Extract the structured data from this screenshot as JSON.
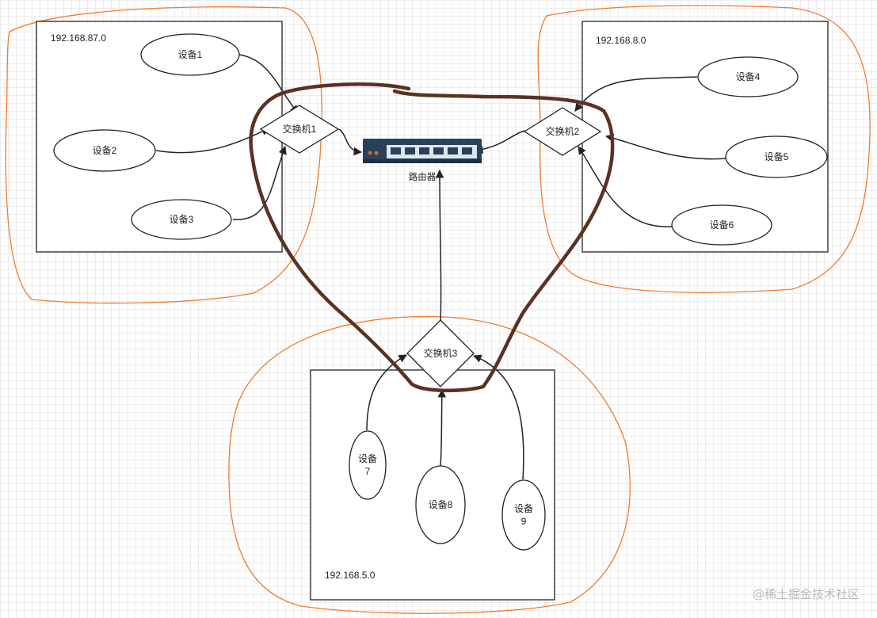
{
  "subnets": [
    {
      "id": "top-left",
      "label": "192.168.87.0"
    },
    {
      "id": "top-right",
      "label": "192.168.8.0"
    },
    {
      "id": "bottom",
      "label": "192.168.5.0"
    }
  ],
  "switches": [
    "交换机1",
    "交换机2",
    "交换机3"
  ],
  "router_label": "路由器",
  "devices": [
    {
      "id": "d1",
      "lines": [
        "设备1"
      ]
    },
    {
      "id": "d2",
      "lines": [
        "设备2"
      ]
    },
    {
      "id": "d3",
      "lines": [
        "设备3"
      ]
    },
    {
      "id": "d4",
      "lines": [
        "设备4"
      ]
    },
    {
      "id": "d5",
      "lines": [
        "设备5"
      ]
    },
    {
      "id": "d6",
      "lines": [
        "设备6"
      ]
    },
    {
      "id": "d7",
      "lines": [
        "设备",
        "7"
      ]
    },
    {
      "id": "d8",
      "lines": [
        "设备8"
      ]
    },
    {
      "id": "d9",
      "lines": [
        "设备",
        "9"
      ]
    }
  ],
  "watermark": "@稀土掘金技术社区",
  "colors": {
    "orange_outline": "#f07b2c",
    "brown_loop": "#5b3222",
    "router_body": "#29415a",
    "router_panel": "#dfe6ee",
    "router_led": "#e8612c"
  }
}
